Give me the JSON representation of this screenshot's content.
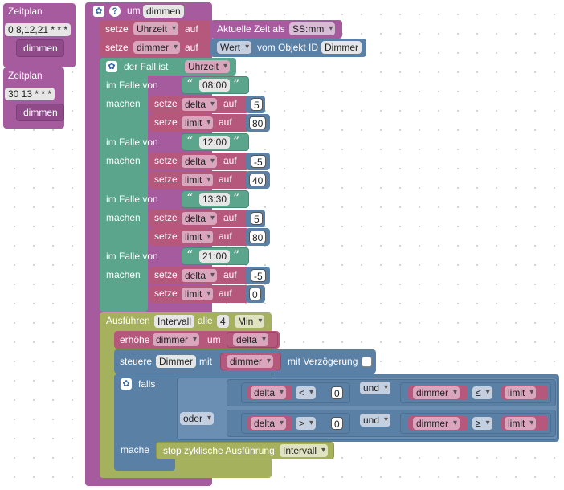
{
  "schedules": [
    {
      "label": "Zeitplan",
      "cron": "0 8,12,21 * * *",
      "call": "dimmen"
    },
    {
      "label": "Zeitplan",
      "cron": "30 13 * * *",
      "call": "dimmen"
    }
  ],
  "func": {
    "prefix": "um",
    "name": "dimmen"
  },
  "set1": {
    "label": "setze",
    "var": "Uhrzeit",
    "auf": "auf",
    "value_label": "Aktuelle Zeit als",
    "format": "SS:mm"
  },
  "set2": {
    "label": "setze",
    "var": "dimmer",
    "auf": "auf",
    "prop": "Wert",
    "from_label": "vom Objekt ID",
    "object": "Dimmer"
  },
  "switch": {
    "label": "der Fall ist",
    "var": "Uhrzeit",
    "case_label": "im Falle von",
    "do_label": "machen"
  },
  "cases": [
    {
      "time": "08:00",
      "delta": "5",
      "limit": "80"
    },
    {
      "time": "12:00",
      "delta": "-5",
      "limit": "40"
    },
    {
      "time": "13:30",
      "delta": "5",
      "limit": "80"
    },
    {
      "time": "21:00",
      "delta": "-5",
      "limit": "0"
    }
  ],
  "setVars": {
    "setze": "setze",
    "delta": "delta",
    "limit": "limit",
    "auf": "auf"
  },
  "interval": {
    "label": "Ausführen",
    "name": "Intervall",
    "every": "alle",
    "n": "4",
    "unit": "Min"
  },
  "increase": {
    "label": "erhöhe",
    "var": "dimmer",
    "by": "um",
    "amount": "delta"
  },
  "control": {
    "label": "steuere",
    "target": "Dimmer",
    "with": "mit",
    "var": "dimmer",
    "delay_label": "mit Verzögerung"
  },
  "ifblock": {
    "falls": "falls",
    "oder": "oder",
    "und": "und",
    "mache": "mache"
  },
  "cond1": {
    "a": "delta",
    "op": "<",
    "b": "0",
    "c": "dimmer",
    "op2": "≤",
    "d": "limit"
  },
  "cond2": {
    "a": "delta",
    "op": ">",
    "b": "0",
    "c": "dimmer",
    "op2": "≥",
    "d": "limit"
  },
  "stop": {
    "label": "stop zyklische Ausführung",
    "name": "Intervall"
  }
}
